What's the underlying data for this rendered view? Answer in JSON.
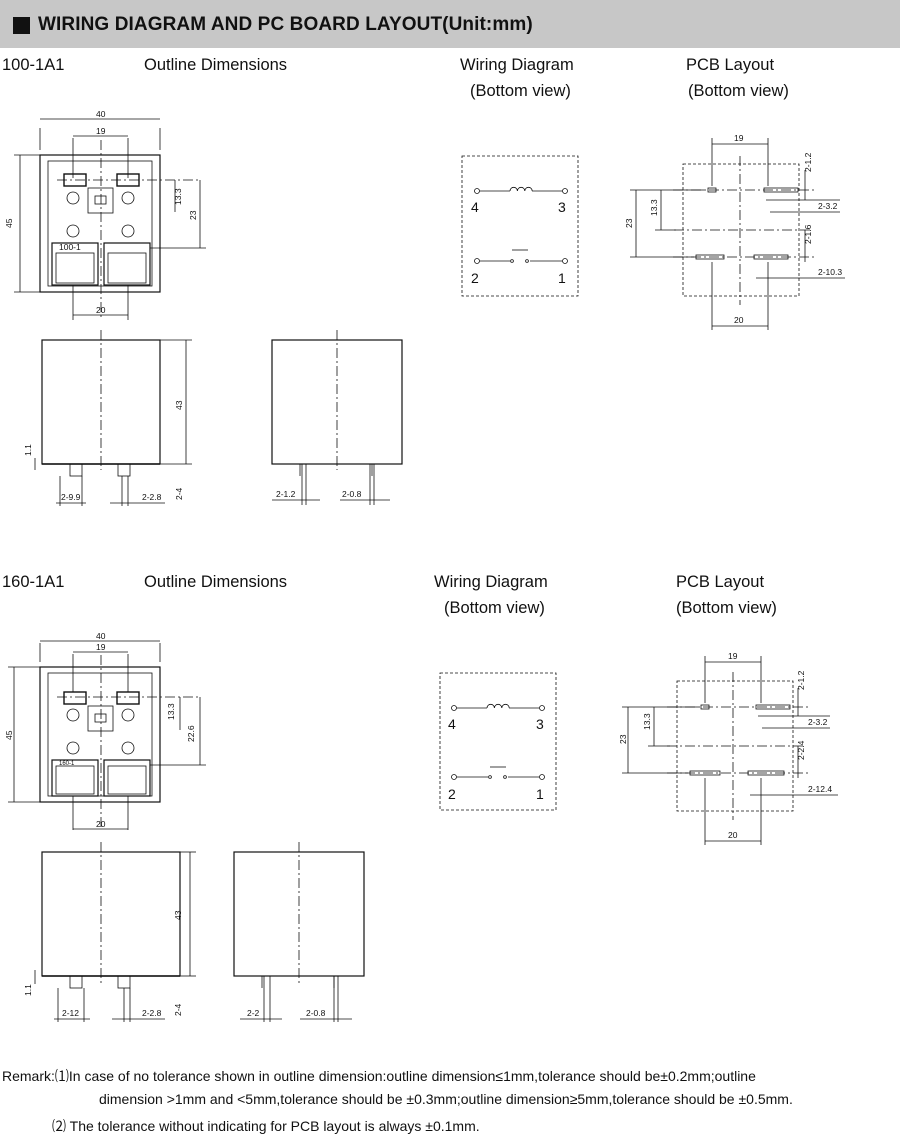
{
  "header": {
    "title": "WIRING DIAGRAM AND PC BOARD LAYOUT(Unit:mm)"
  },
  "sections": [
    {
      "model": "100-1A1",
      "outline": "Outline Dimensions",
      "wiring": "Wiring Diagram",
      "wiring_view": "(Bottom view)",
      "pcb": "PCB Layout",
      "pcb_view": "(Bottom view)",
      "top": {
        "w": "40",
        "pin": "19",
        "h": "45",
        "d1": "13.3",
        "d2": "23",
        "bottom": "20",
        "mark": "100-1"
      },
      "side": {
        "h": "43",
        "t": "1.1",
        "pl": "2-4",
        "a": "2-9.9",
        "b": "2-2.8",
        "c": "2-1.2",
        "d": "2-0.8"
      },
      "pins": [
        "4",
        "3",
        "2",
        "1"
      ],
      "pcb_dims": {
        "w": "19",
        "h1": "13.3",
        "h2": "23",
        "s1": "2-1.2",
        "s2": "2-3.2",
        "s3": "2-1.6",
        "s4": "2-10.3",
        "b": "20"
      }
    },
    {
      "model": "160-1A1",
      "outline": "Outline Dimensions",
      "wiring": "Wiring Diagram",
      "wiring_view": "(Bottom view)",
      "pcb": "PCB Layout",
      "pcb_view": "(Bottom view)",
      "top": {
        "w": "40",
        "pin": "19",
        "h": "45",
        "d1": "13.3",
        "d2": "22.6",
        "bottom": "20",
        "mark": "160-1"
      },
      "side": {
        "h": "43",
        "t": "1.1",
        "pl": "2-4",
        "a": "2-12",
        "b": "2-2.8",
        "c": "2-2",
        "d": "2-0.8"
      },
      "pins": [
        "4",
        "3",
        "2",
        "1"
      ],
      "pcb_dims": {
        "w": "19",
        "h1": "13.3",
        "h2": "23",
        "s1": "2-1.2",
        "s2": "2-3.2",
        "s3": "2-2.4",
        "s4": "2-12.4",
        "b": "20"
      }
    }
  ],
  "remark": {
    "l1": "Remark:⑴In  case  of  no  tolerance  shown  in  outline  dimension:outline  dimension≤1mm,tolerance  should  be±0.2mm;outline",
    "l2": "dimension >1mm and <5mm,tolerance should be ±0.3mm;outline dimension≥5mm,tolerance should be ±0.5mm.",
    "l3": "⑵ The tolerance without indicating for PCB layout is always ±0.1mm."
  }
}
